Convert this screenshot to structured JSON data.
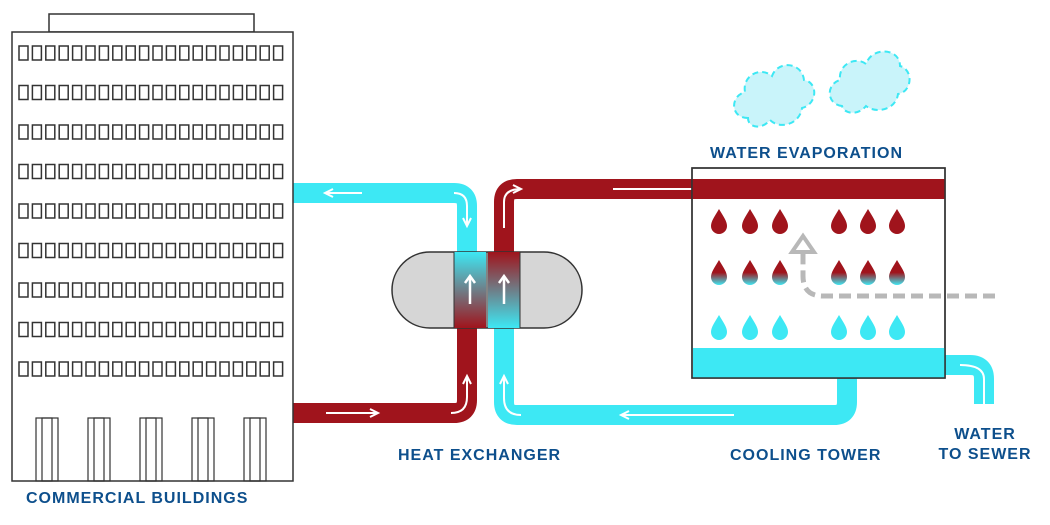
{
  "labels": {
    "buildings": "COMMERCIAL BUILDINGS",
    "heat_exchanger": "HEAT EXCHANGER",
    "cooling_tower": "COOLING TOWER",
    "evaporation": "WATER EVAPORATION",
    "sewer_line1": "WATER",
    "sewer_line2": "TO SEWER"
  },
  "colors": {
    "hot": "#a0141c",
    "cold": "#3de8f4",
    "label": "#0d4f8c",
    "outline": "#333333",
    "exchanger_body": "#d6d6d6",
    "air_arrow": "#b8b8b8",
    "cloud_fill": "#c9f4fa",
    "cloud_stroke": "#3de8f4"
  }
}
